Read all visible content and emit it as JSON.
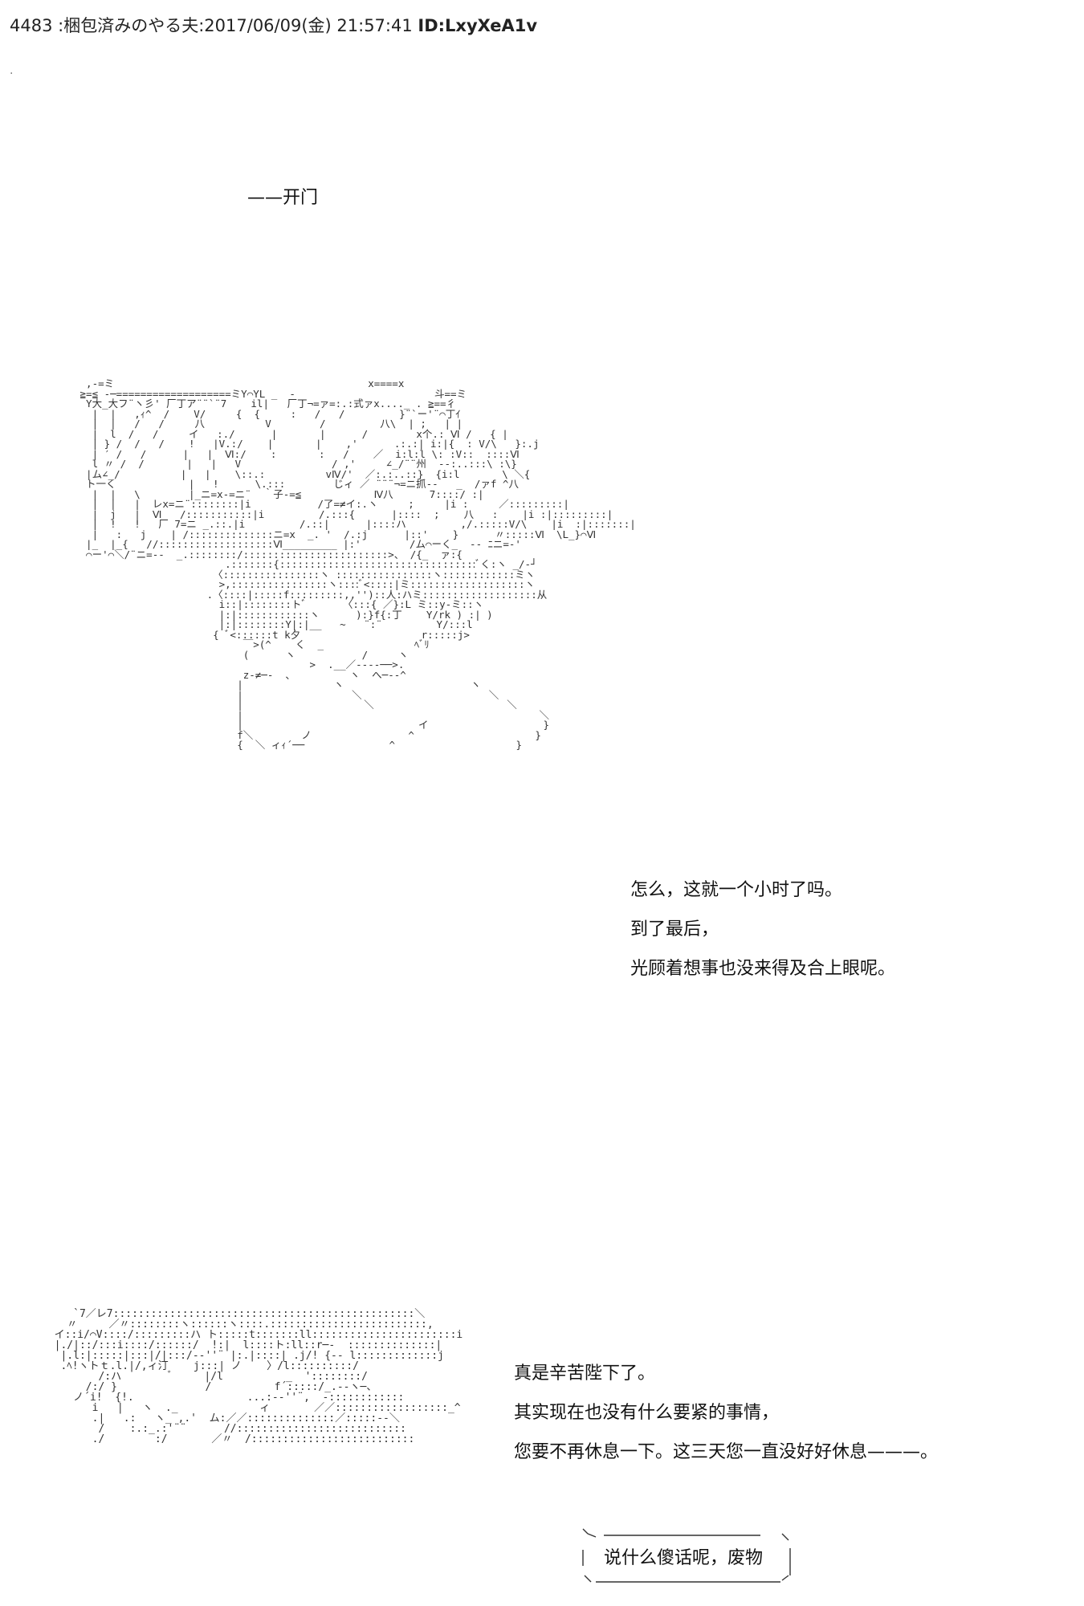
{
  "post": {
    "number": "4483",
    "name": "梱包済みのやる夫",
    "date": "2017/06/09(金) 21:57:41",
    "id": "ID:LxyXeA1v"
  },
  "scene_title": "——开门",
  "dialog_top": [
    "怎么，这就一个小时了吗。",
    "到了最后，",
    "光顾着想事也没来得及合上眼呢。"
  ],
  "dialog_bottom": [
    "真是辛苦陛下了。",
    "其实现在也没有什么要紧的事情，",
    "您要不再休息一下。这三天您一直没好好休息———。"
  ],
  "speech_bubble": "说什么傻话呢，废物"
}
